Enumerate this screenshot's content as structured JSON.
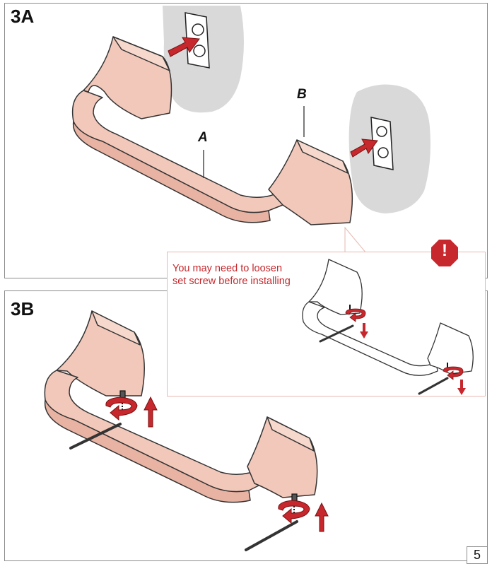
{
  "steps": {
    "a": {
      "label": "3A",
      "part_a": "A",
      "part_b": "B"
    },
    "b": {
      "label": "3B"
    }
  },
  "callout": {
    "line1": "You may need to loosen",
    "line2": "set screw before installing",
    "warning_symbol": "!"
  },
  "page_number": "5",
  "colors": {
    "bar_fill": "#f2c8ba",
    "bar_stroke": "#333333",
    "wall": "#d9d9d9",
    "arrow": "#c6282d",
    "callout_border": "#e6b8b0",
    "warning_badge": "#c6282d"
  },
  "icons": {
    "warning": "warning-octagon-icon",
    "push_arrow": "red-push-arrow-icon",
    "rotate_arrow": "red-rotate-arrow-icon",
    "up_arrow": "red-up-arrow-icon",
    "allen_key": "allen-wrench-icon"
  }
}
